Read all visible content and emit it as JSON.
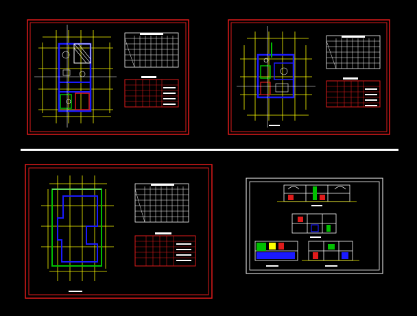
{
  "canvas": {
    "background": "#000000"
  },
  "colors": {
    "frame_red": "#e01b1b",
    "frame_white": "#ffffff",
    "wall_blue": "#1a1aff",
    "dim_yellow": "#ffff00",
    "green": "#00c000",
    "cyan": "#00ffff",
    "magenta": "#ff00ff"
  },
  "sheets": [
    {
      "id": "sheet-ground-floor-plan",
      "frame": "red",
      "content": "floor-plan",
      "tables": 2
    },
    {
      "id": "sheet-upper-floor-plan",
      "frame": "red",
      "content": "floor-plan",
      "tables": 2
    },
    {
      "id": "sheet-roof-plan",
      "frame": "red",
      "content": "roof-plan",
      "tables": 2
    },
    {
      "id": "sheet-sections-elevations",
      "frame": "white",
      "content": "sections",
      "tables": 0
    }
  ]
}
